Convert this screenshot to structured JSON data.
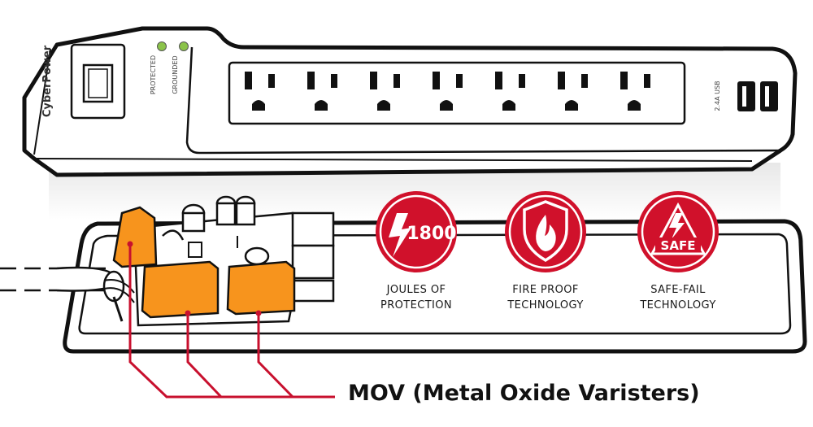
{
  "device": {
    "brand": "CyberPower",
    "led_labels": [
      "PROTECTED",
      "GROUNDED"
    ],
    "led_color": "#8bc34a",
    "usb_label": "2.4A USB",
    "outlet_count": 7,
    "usb_port_count": 2
  },
  "features": [
    {
      "icon": "lightning-bolt-icon",
      "badge_text": "1800",
      "line1": "JOULES OF",
      "line2": "PROTECTION"
    },
    {
      "icon": "flame-shield-icon",
      "badge_text": "",
      "line1": "FIRE PROOF",
      "line2": "TECHNOLOGY"
    },
    {
      "icon": "safe-sign-icon",
      "badge_text": "SAFE",
      "line1": "SAFE-FAIL",
      "line2": "TECHNOLOGY"
    }
  ],
  "callout": {
    "label": "MOV (Metal Oxide Varisters)",
    "line_color": "#c8102e",
    "component_color": "#f7941d"
  },
  "colors": {
    "badge": "#d0112b",
    "outline": "#111111",
    "body": "#ffffff"
  }
}
